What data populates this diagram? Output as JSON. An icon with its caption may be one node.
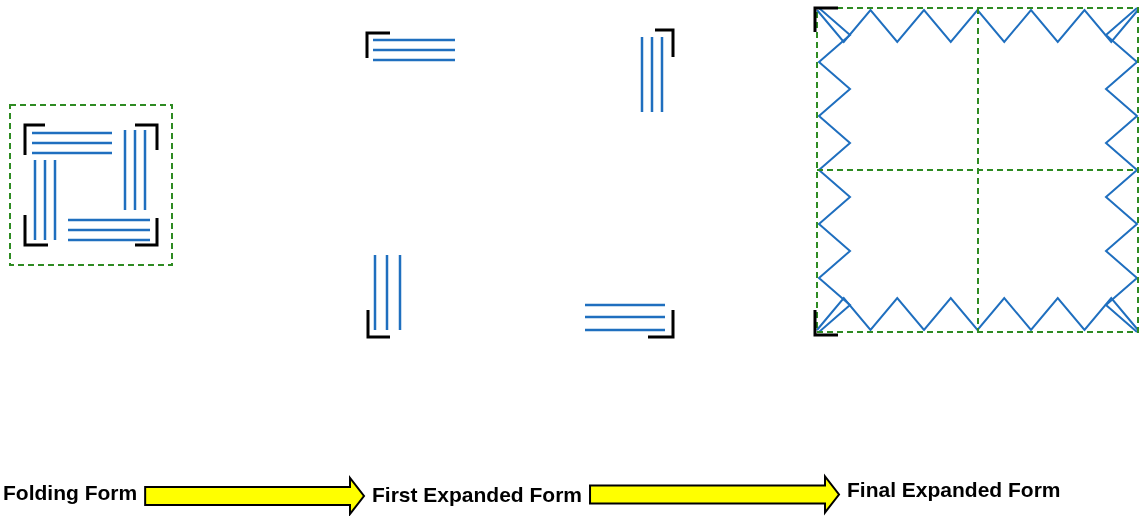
{
  "diagram": {
    "nodes": [
      {
        "text": [
          "Folding Form"
        ]
      },
      {
        "text": [
          "First Expanded Form"
        ]
      },
      {
        "text": [
          "Final Expanded Form"
        ]
      }
    ],
    "edges": [
      {
        "from": 0,
        "to": 1,
        "arrow": "to"
      },
      {
        "from": 1,
        "to": 2,
        "arrow": "to"
      }
    ]
  }
}
